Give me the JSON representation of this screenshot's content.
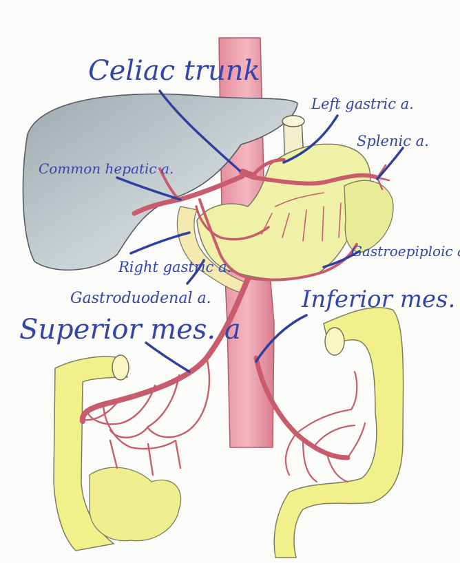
{
  "labels": {
    "celiac_trunk": "Celiac trunk",
    "left_gastric": "Left gastric a.",
    "splenic": "Splenic a.",
    "common_hepatic": "Common hepatic a.",
    "gastroepiploic": "Gastroepiploic a.",
    "right_gastric": "Right gastric a.",
    "gastroduodenal": "Gastroduodenal a.",
    "inferior_mes": "Inferior mes. a.",
    "superior_mes": "Superior mes. a"
  },
  "colors": {
    "label_ink": "#3344aa",
    "artery": "#c85c6c",
    "aorta": "#f0a8b4",
    "liver": "#b8c2c6",
    "bowel": "#f2f08a",
    "pancreas": "#eef0a0"
  }
}
